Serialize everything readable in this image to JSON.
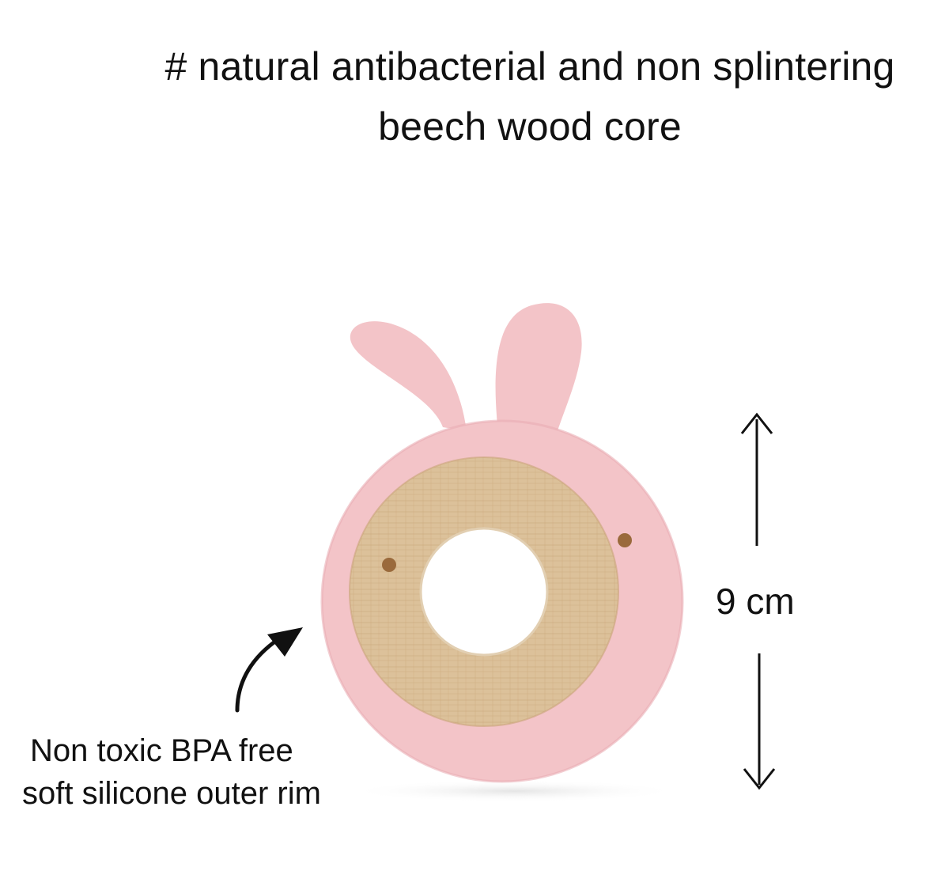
{
  "headline": {
    "line1": "# natural antibacterial and non splintering",
    "line2": "beech wood core"
  },
  "dimension": {
    "label": "9 cm"
  },
  "callout": {
    "line1": "Non toxic BPA free",
    "line2": "soft silicone outer rim"
  },
  "product": {
    "name": "bunny-teether",
    "silicone_color": "#f3c4c8",
    "silicone_shade": "#e9aeb4",
    "wood_color": "#dcc19a",
    "wood_grain_color": "#c9a57a"
  },
  "icons": [
    "up-arrow-icon",
    "down-arrow-icon",
    "curved-arrow-icon"
  ]
}
